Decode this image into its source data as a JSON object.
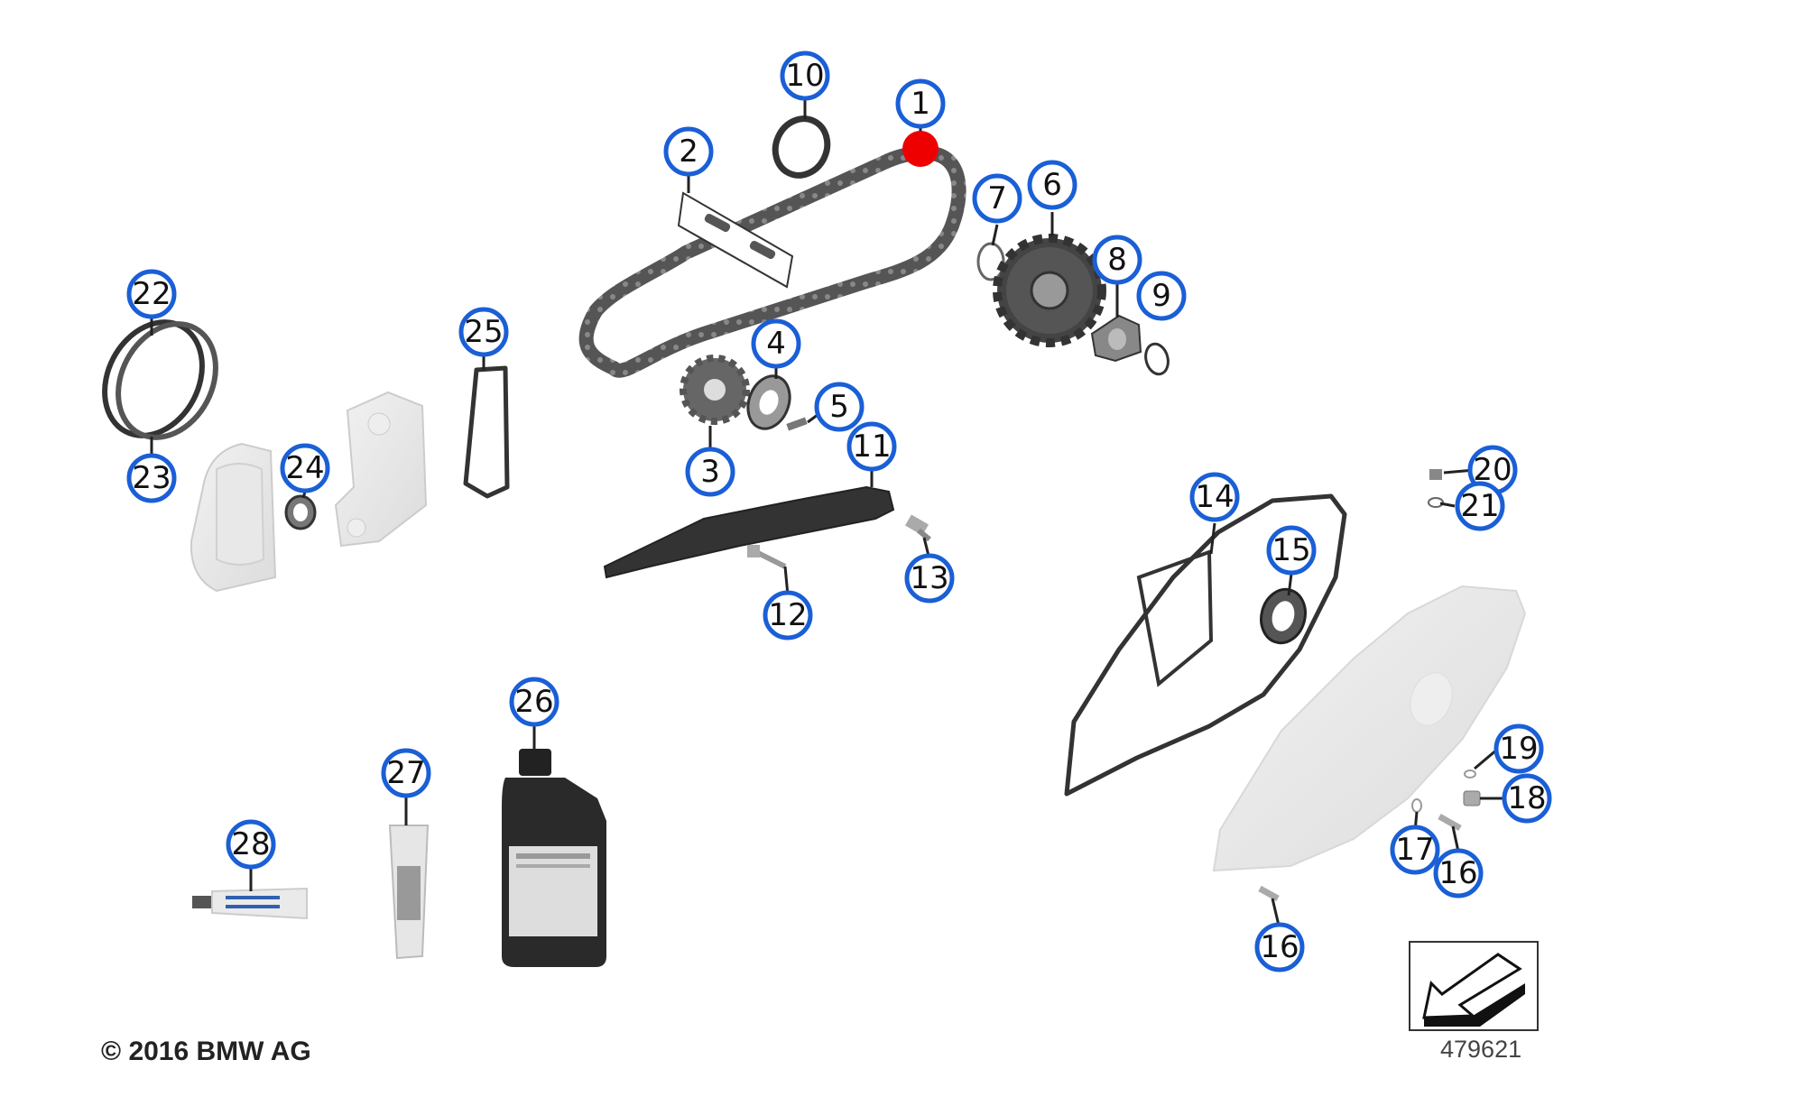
{
  "copyright": "© 2016 BMW AG",
  "diagram_number": "479621",
  "highlight_color": "#ee0000",
  "callout_color": "#1a5fd6",
  "callouts": [
    "1",
    "2",
    "3",
    "4",
    "5",
    "6",
    "7",
    "8",
    "9",
    "10",
    "11",
    "12",
    "13",
    "14",
    "15",
    "16",
    "16",
    "17",
    "18",
    "19",
    "20",
    "21",
    "22",
    "23",
    "24",
    "25",
    "26",
    "27",
    "28"
  ]
}
